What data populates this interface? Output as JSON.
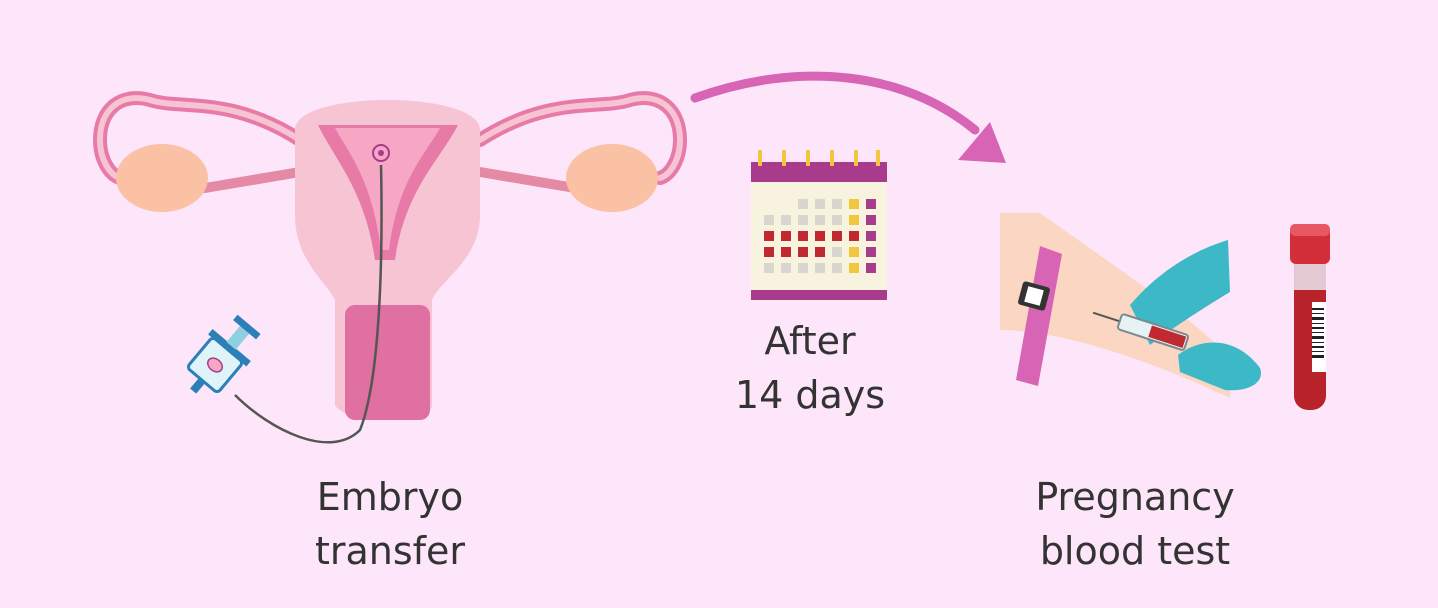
{
  "colors": {
    "background": "#fde6f9",
    "arrow": "#d864b6",
    "uterus_outer": "#f7c4d3",
    "uterus_inner": "#e77aa6",
    "ovary": "#fbc1a4",
    "calendar_header": "#a93b8d",
    "calendar_red": "#c0292f",
    "calendar_yellow": "#f3c63f",
    "glove": "#3cb8c7",
    "blood": "#b8232b",
    "text": "#333333"
  },
  "labels": {
    "embryo_transfer": [
      "Embryo",
      "transfer"
    ],
    "after_days": [
      "After",
      "14 days"
    ],
    "blood_test": [
      "Pregnancy",
      "blood test"
    ]
  },
  "icons": [
    "uterus-icon",
    "syringe-icon",
    "calendar-icon",
    "arm-blood-draw-icon",
    "blood-tube-icon",
    "curved-arrow-icon"
  ]
}
